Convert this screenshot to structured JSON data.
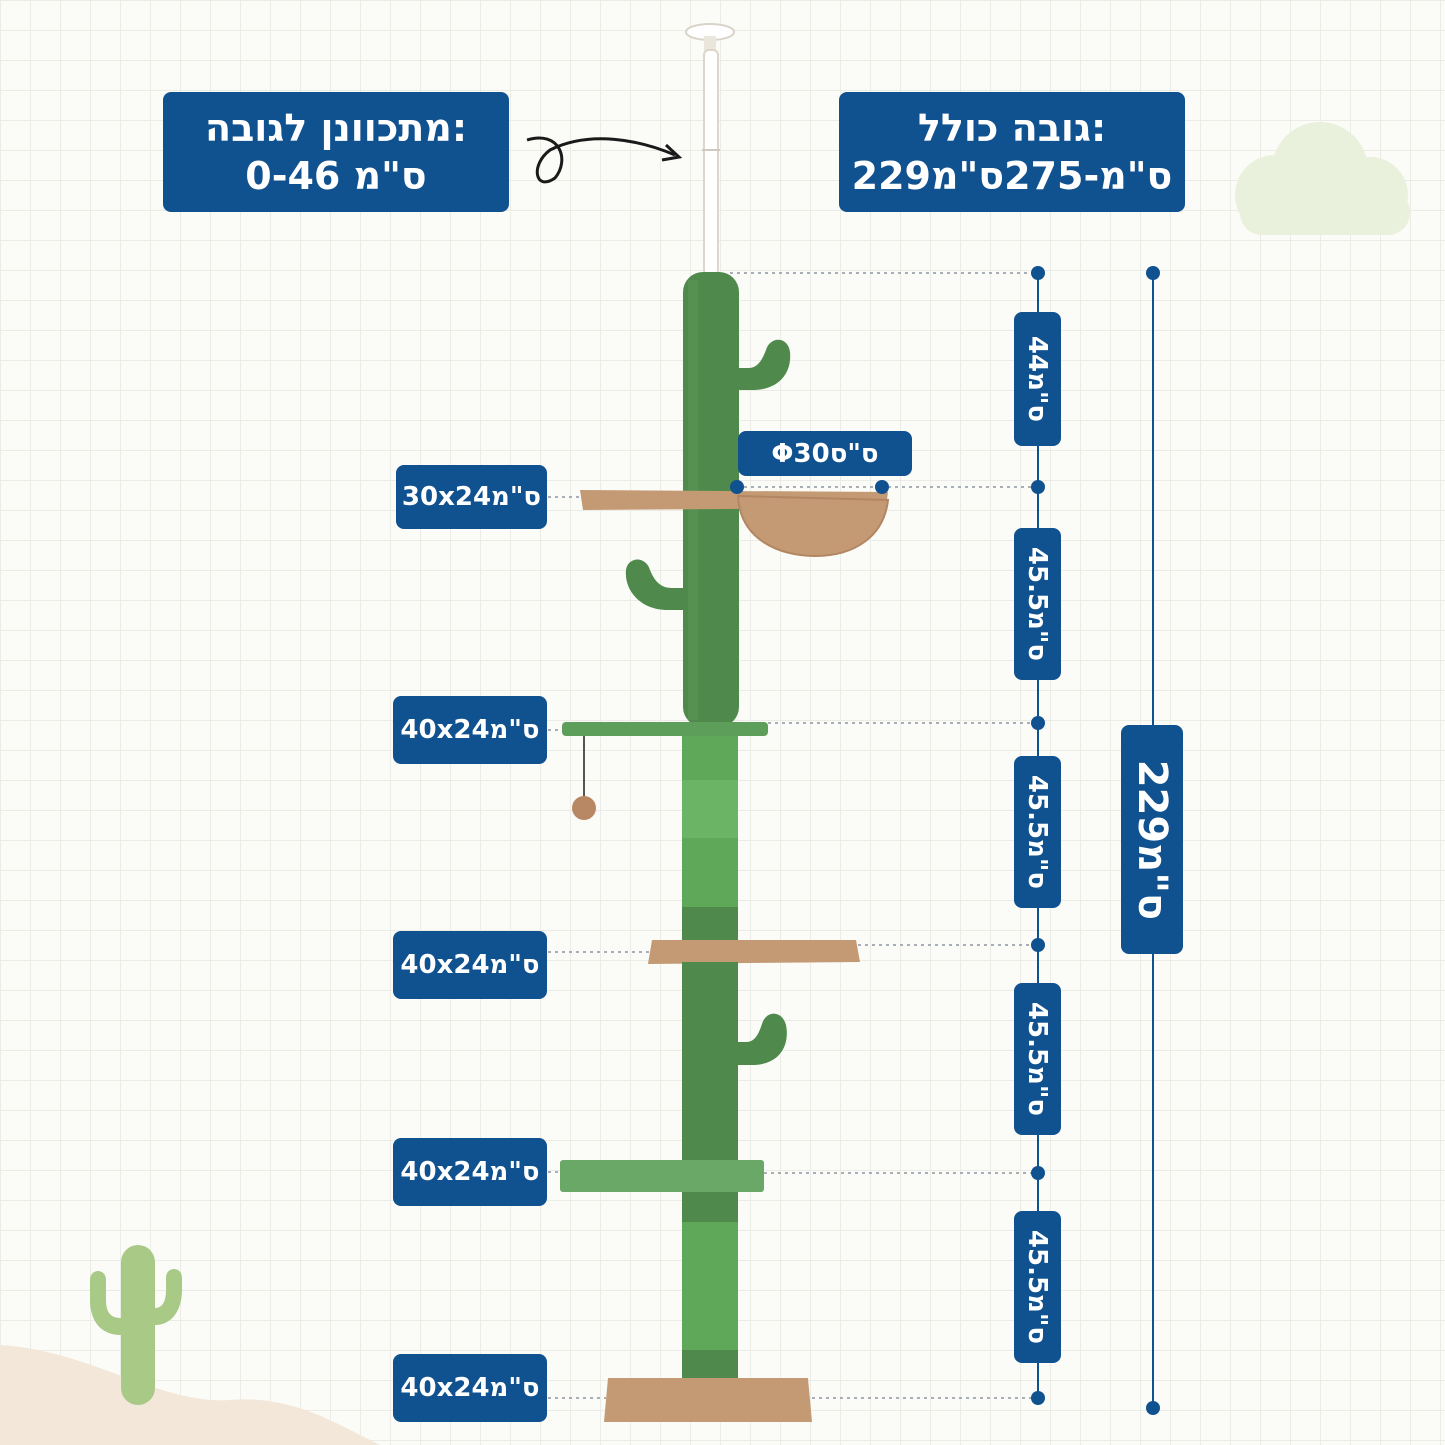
{
  "adjustable": {
    "line1": "מתכוונן לגובה:",
    "line2": "0-46 ס\"מ"
  },
  "total_height": {
    "line1": "גובה כולל:",
    "line2": "229ס\"מ-275ס\"מ"
  },
  "hammock_diameter": "Φ30ס\"ס",
  "shelf_sizes": [
    "30x24ס\"מ",
    "40x24ס\"מ",
    "40x24ס\"מ",
    "40x24ס\"מ",
    "40x24ס\"מ"
  ],
  "segment_heights": [
    "44ס\"מ",
    "45.5ס\"מ",
    "45.5ס\"מ",
    "45.5ס\"מ",
    "45.5ס\"מ"
  ],
  "overall_height": "229ס\"מ",
  "colors": {
    "label_bg": "#10518f",
    "cactus_green": "#4f8a4c",
    "sisal_green": "#5fa85a",
    "beige_plush": "#c49a74",
    "background": "#fbfbf7"
  }
}
